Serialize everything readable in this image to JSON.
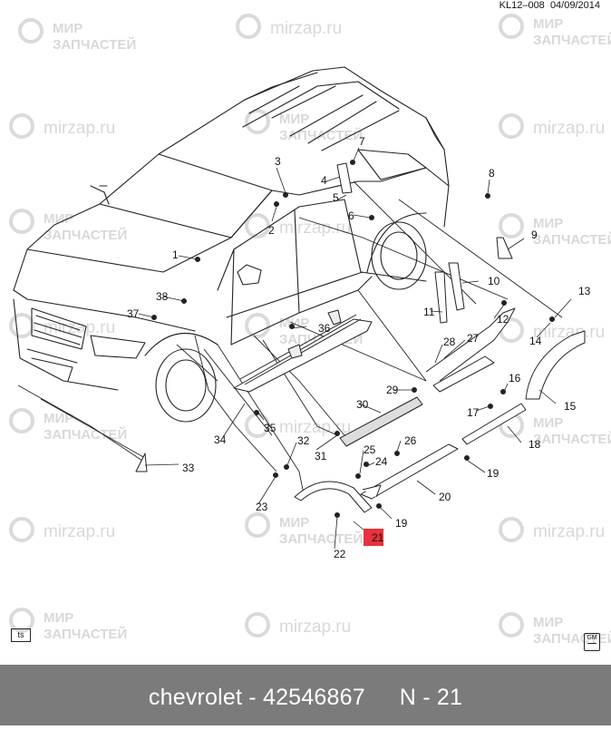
{
  "header": {
    "code": "KL12–008",
    "date": "04/09/2014"
  },
  "watermark": {
    "line1": "МИР",
    "line2": "ЗАПЧАСТЕЙ",
    "site": "mirzap.ru"
  },
  "callouts": [
    "1",
    "2",
    "3",
    "4",
    "5",
    "6",
    "7",
    "8",
    "9",
    "10",
    "11",
    "12",
    "13",
    "14",
    "15",
    "16",
    "17",
    "18",
    "19",
    "19",
    "20",
    "21",
    "22",
    "23",
    "24",
    "25",
    "26",
    "27",
    "28",
    "29",
    "30",
    "31",
    "32",
    "33",
    "34",
    "35",
    "36",
    "37",
    "38"
  ],
  "highlighted_callout": "21",
  "highlight_color": "#e8313c",
  "logos": {
    "left": "ts",
    "right": "GM"
  },
  "footer": {
    "brand_part": "chevrolet - 42546867",
    "ref": "N - 21",
    "background": "#7b7b7b"
  }
}
